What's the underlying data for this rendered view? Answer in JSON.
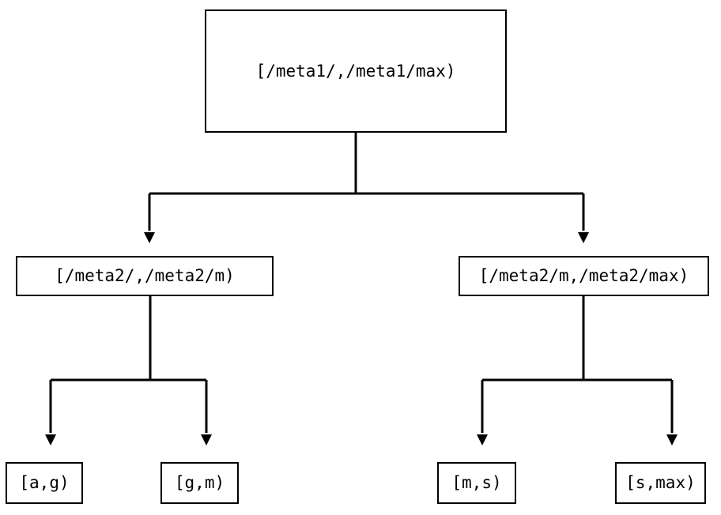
{
  "diagram": {
    "title_text": "",
    "background_color": "#ffffff",
    "line_color": "#000000",
    "text_color": "#000000",
    "border_color": "#000000",
    "nodes": {
      "root": {
        "label": "[/meta1/,/meta1/max)",
        "level": 0
      },
      "mid_left": {
        "label": "[/meta2/,/meta2/m)",
        "level": 1
      },
      "mid_right": {
        "label": "[/meta2/m,/meta2/max)",
        "level": 1
      },
      "leaf_ag": {
        "label": "[a,g)",
        "level": 2
      },
      "leaf_gm": {
        "label": "[g,m)",
        "level": 2
      },
      "leaf_ms": {
        "label": "[m,s)",
        "level": 2
      },
      "leaf_smax": {
        "label": "[s,max)",
        "level": 2
      }
    },
    "edges": [
      {
        "from": "root",
        "to": "mid_left",
        "arrow": "down-triangle"
      },
      {
        "from": "root",
        "to": "mid_right",
        "arrow": "down-triangle"
      },
      {
        "from": "mid_left",
        "to": "leaf_ag",
        "arrow": "down-triangle"
      },
      {
        "from": "mid_left",
        "to": "leaf_gm",
        "arrow": "down-triangle"
      },
      {
        "from": "mid_right",
        "to": "leaf_ms",
        "arrow": "down-triangle"
      },
      {
        "from": "mid_right",
        "to": "leaf_smax",
        "arrow": "down-triangle"
      }
    ]
  }
}
